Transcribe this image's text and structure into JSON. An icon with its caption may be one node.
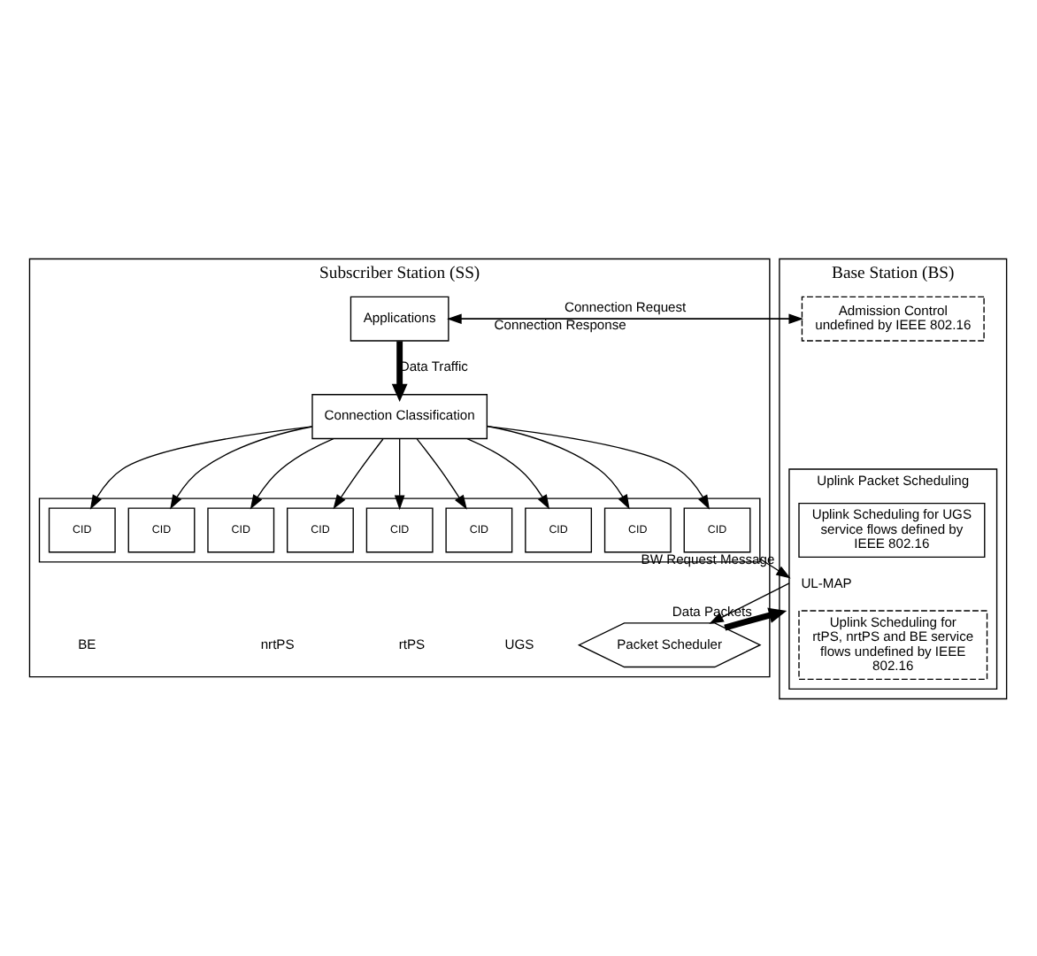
{
  "diagram": {
    "nodes": [
      {
        "text": [
          "Subscriber Station (SS)"
        ]
      },
      {
        "text": [
          "Applications"
        ],
        "in": 0
      },
      {
        "text": [
          "Connection Classification"
        ],
        "in": 0
      },
      {
        "text": [],
        "shape": "box",
        "in": 0
      },
      {
        "text": [
          "CID"
        ],
        "in": 3
      },
      {
        "text": [
          "CID"
        ],
        "in": 3
      },
      {
        "text": [
          "CID"
        ],
        "in": 3
      },
      {
        "text": [
          "CID"
        ],
        "in": 3
      },
      {
        "text": [
          "CID"
        ],
        "in": 3
      },
      {
        "text": [
          "CID"
        ],
        "in": 3
      },
      {
        "text": [
          "CID"
        ],
        "in": 3
      },
      {
        "text": [
          "CID"
        ],
        "in": 3
      },
      {
        "text": [
          "CID"
        ],
        "in": 3
      },
      {
        "text": [
          "Packet Scheduler"
        ],
        "in": 0
      },
      {
        "text": [
          "Base Station (BS)"
        ]
      },
      {
        "text": [
          "Admission Control undefined by IEEE 802.16"
        ],
        "in": 14
      },
      {
        "text": [
          "Uplink Packet Scheduling"
        ],
        "in": 14
      },
      {
        "text": [
          "Uplink Scheduling for UGS service flows defined by IEEE 802.16"
        ],
        "in": 16
      },
      {
        "text": [
          "Uplink Scheduling for rtPS, nrtPS and BE service flows undefined by IEEE 802.16"
        ],
        "in": 16
      }
    ],
    "edges": [
      {
        "from": 1,
        "to": 15,
        "arrow": "to",
        "label": "Connection Request"
      },
      {
        "from": 15,
        "to": 1,
        "arrow": "to",
        "label": "Connection Response"
      },
      {
        "from": 1,
        "to": 2,
        "arrow": "to",
        "label": "Data Traffic",
        "style": "thick"
      },
      {
        "from": 2,
        "to": 4,
        "arrow": "to"
      },
      {
        "from": 2,
        "to": 5,
        "arrow": "to"
      },
      {
        "from": 2,
        "to": 6,
        "arrow": "to"
      },
      {
        "from": 2,
        "to": 7,
        "arrow": "to"
      },
      {
        "from": 2,
        "to": 8,
        "arrow": "to"
      },
      {
        "from": 2,
        "to": 9,
        "arrow": "to"
      },
      {
        "from": 2,
        "to": 10,
        "arrow": "to"
      },
      {
        "from": 2,
        "to": 11,
        "arrow": "to"
      },
      {
        "from": 2,
        "to": 12,
        "arrow": "to"
      },
      {
        "from": 3,
        "to": 16,
        "arrow": "to",
        "label": "BW Request Message"
      },
      {
        "from": 16,
        "to": 13,
        "arrow": "to",
        "label": "UL-MAP"
      },
      {
        "from": 13,
        "to": 14,
        "arrow": "to",
        "label": "Data Packets",
        "style": "thick"
      }
    ],
    "labels": [
      "UGS",
      "rtPS",
      "nrtPS",
      "BE"
    ]
  }
}
